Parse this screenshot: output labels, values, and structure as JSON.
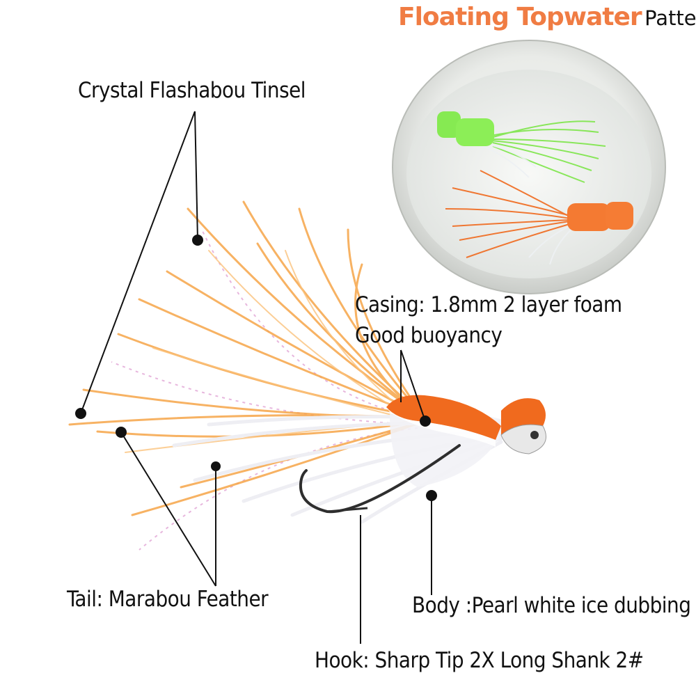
{
  "title": {
    "accent": "Floating Topwater",
    "rest": "Pattern"
  },
  "labels": {
    "tinsel": "Crystal Flashabou Tinsel",
    "casing_line1": "Casing:   1.8mm 2 layer foam",
    "casing_line2": "Good buoyancy",
    "tail": "Tail:   Marabou Feather",
    "body": "Body :Pearl white ice dubbing",
    "hook": "Hook: Sharp Tip 2X Long Shank 2#"
  },
  "colors": {
    "accent": "#f07c43",
    "orange_foam": "#f06a1e",
    "green_foam": "#7ee64a",
    "marabou_orange": "#f6a548",
    "dubbing_white": "#f2f2f6"
  }
}
